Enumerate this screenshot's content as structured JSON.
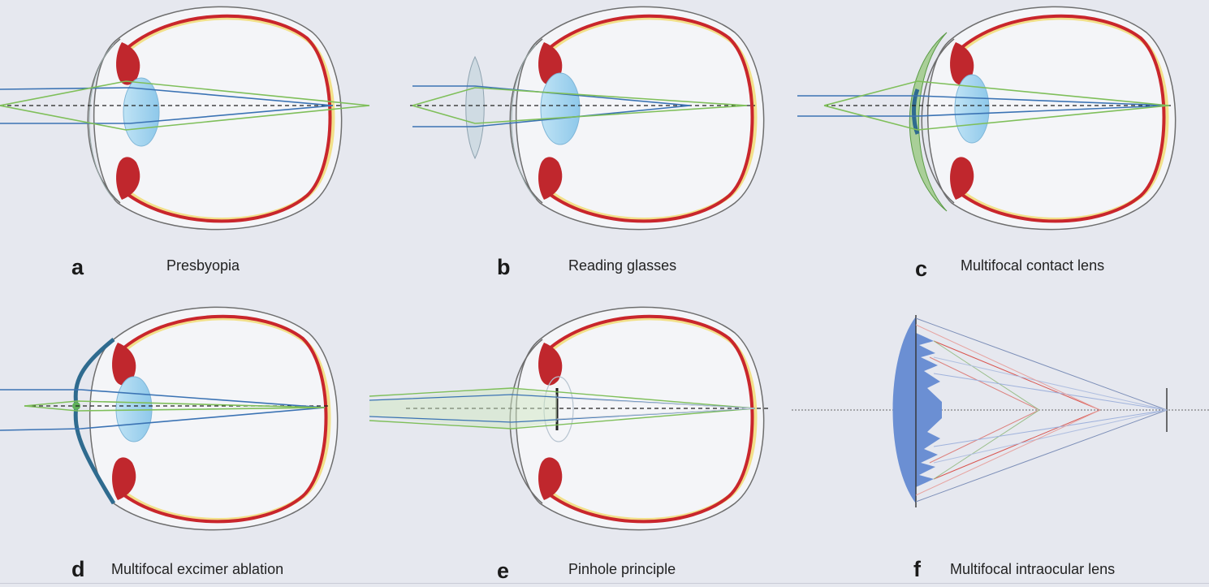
{
  "panels": [
    {
      "letter": "a",
      "title": "Presbyopia"
    },
    {
      "letter": "b",
      "title": "Reading glasses"
    },
    {
      "letter": "c",
      "title": "Multifocal contact lens"
    },
    {
      "letter": "d",
      "title": "Multifocal excimer ablation"
    },
    {
      "letter": "e",
      "title": "Pinhole principle"
    },
    {
      "letter": "f",
      "title": "Multifocal intraocular lens"
    }
  ],
  "colors": {
    "background": "#e6e8ef",
    "sclera": "#6e6e6e",
    "retina": "#c9262c",
    "choroid": "#f2e08a",
    "lens": "#a9d6ee",
    "iris": "#c0272d",
    "blue_ray": "#3b73b4",
    "green_ray": "#7fbf5a",
    "iol": "#6b8fd3",
    "red_ray": "#d9554f"
  }
}
